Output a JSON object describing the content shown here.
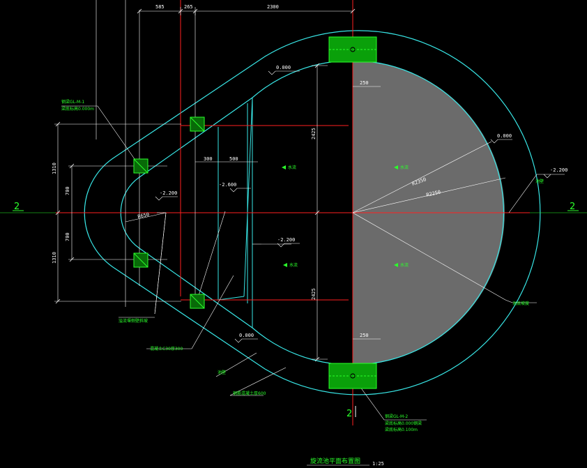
{
  "drawing": {
    "dimensions": {
      "d_585": "585",
      "d_265": "265",
      "d_2300": "2300",
      "d_250_top": "250",
      "d_250_bot": "250",
      "d_300": "300",
      "d_500": "500",
      "d_1310_top": "1310",
      "d_1310_bot": "1310",
      "d_700_top": "700",
      "d_700_bot": "700",
      "d_2425_top": "2425",
      "d_2425_bot": "2425",
      "r_2350": "R2350",
      "r_2250": "R2250",
      "r_650": "R650"
    },
    "levels": {
      "l_top": "0.000",
      "l_right": "0.000",
      "l_bottom": "0.000",
      "l_right_out": "-2.200",
      "l_left": "-2.200",
      "l_mid": "-2.600",
      "l_center": "-2.200"
    },
    "labels": {
      "beam1_name": "钢梁GL-M-1",
      "beam1_spec": "梁底标高0.000m",
      "beam2_name": "钢梁GL-M-2",
      "beam2_spec1": "梁底标高0.000钢梁",
      "beam2_spec2": "梁底标高0.100m",
      "wall_note": "池壁",
      "diag_note1": "溢流堰侧壁斜坡",
      "diag_note2": "混凝土C30厚300",
      "outer_note": "池壁",
      "bottom_note": "钢筋混凝土厚600",
      "right_note": "池底坡度",
      "arrow1": "水流",
      "arrow2": "水流",
      "arrow3": "水流",
      "arrow4": "水流"
    },
    "axis": {
      "left": "2",
      "right": "2",
      "bottom": "2"
    },
    "title": {
      "name": "旋流池平面布置图",
      "scale": "1:25"
    }
  },
  "colors": {
    "cyan": "#38e6e6",
    "red": "#ff2020",
    "green": "#2bff2b",
    "white": "#ffffff",
    "fill_gray": "#6b6b6b",
    "hatch": "#0aa00a"
  }
}
